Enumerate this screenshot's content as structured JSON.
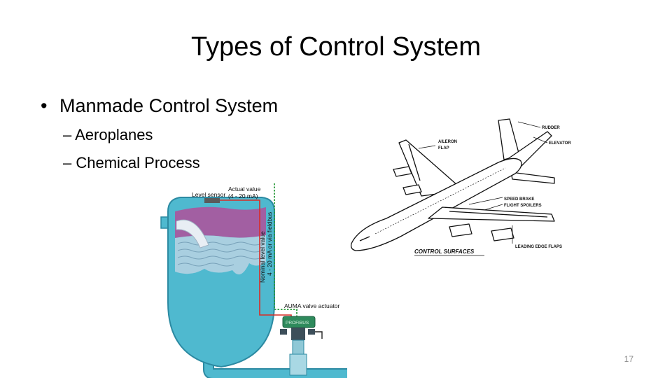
{
  "slide": {
    "title": "Types of Control System",
    "bullet": {
      "marker": "•",
      "text": "Manmade Control System"
    },
    "subitems": [
      "– Aeroplanes",
      "– Chemical Process"
    ],
    "page_number": "17"
  },
  "tank_diagram": {
    "level_sensor": "Level sensor",
    "actual_value_1": "Actual value",
    "actual_value_2": "(4 - 20 mA)",
    "nominal_value_1": "Nominal level value",
    "nominal_value_2": "4 - 20 mA or via fieldbus",
    "actuator": "AUMA valve actuator",
    "actuator_badge": "PROFIBUS"
  },
  "plane_diagram": {
    "rudder": "RUDDER",
    "elevator": "ELEVATOR",
    "aileron": "AILERON",
    "flap": "FLAP",
    "speed_brake": "SPEED BRAKE",
    "flight_spoilers": "FLIGHT SPOILERS",
    "control_surfaces": "CONTROL SURFACES",
    "leading_edge_flaps": "LEADING EDGE FLAPS"
  },
  "colors": {
    "tank": "#4fb9cf",
    "tank_dark": "#2c8aa2",
    "liquid": "#a9cfe0",
    "foam": "#b04f9a",
    "signal_red": "#d92d27",
    "signal_green": "#2c9a3c",
    "actuator": "#2e8a5c"
  }
}
